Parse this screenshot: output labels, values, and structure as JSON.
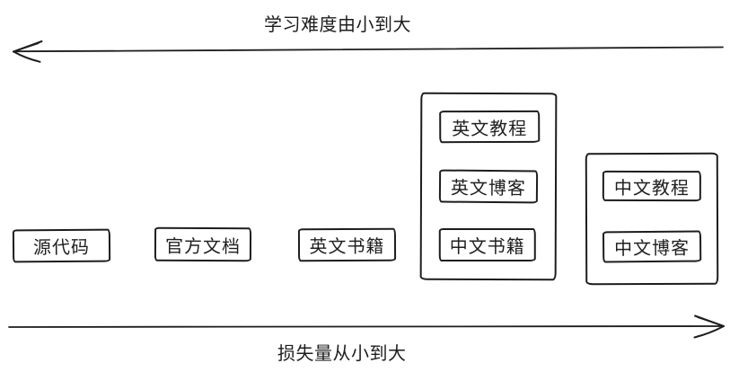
{
  "axes": {
    "difficulty": {
      "label": "学习难度由小到大",
      "position": "top",
      "direction": "left"
    },
    "loss": {
      "label": "损失量从小到大",
      "position": "bottom",
      "direction": "right"
    }
  },
  "standalone_boxes": [
    {
      "label": "源代码"
    },
    {
      "label": "官方文档"
    },
    {
      "label": "英文书籍"
    }
  ],
  "groups": [
    {
      "boxes": [
        {
          "label": "英文教程"
        },
        {
          "label": "英文博客"
        },
        {
          "label": "中文书籍"
        }
      ]
    },
    {
      "boxes": [
        {
          "label": "中文教程"
        },
        {
          "label": "中文博客"
        }
      ]
    }
  ],
  "colors": {
    "stroke": "#1d1d1d",
    "background": "#ffffff"
  }
}
